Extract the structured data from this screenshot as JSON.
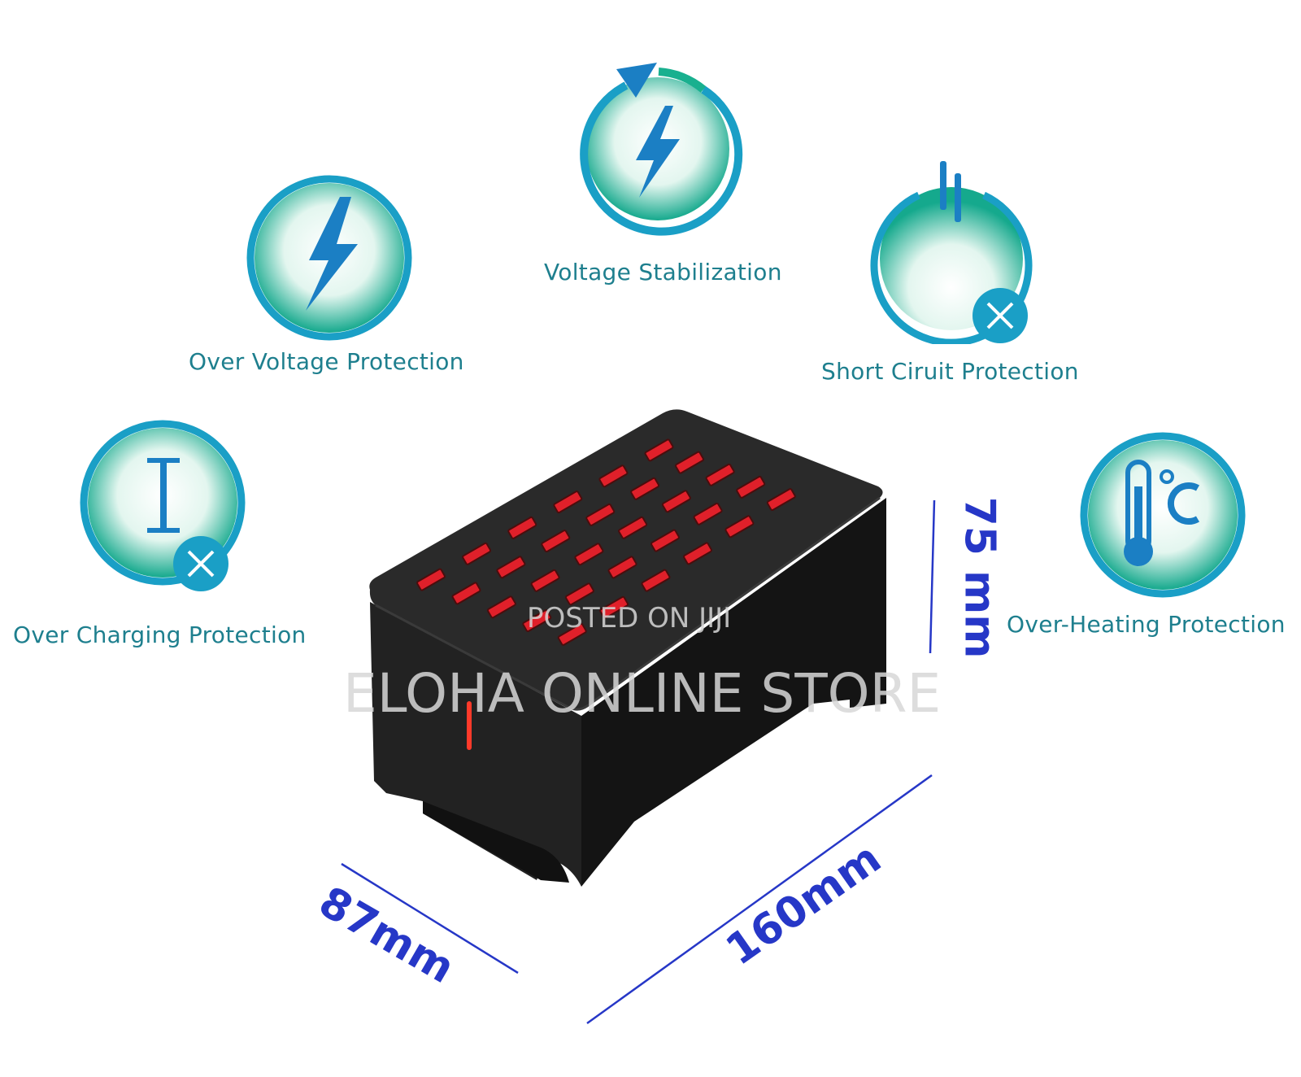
{
  "features": {
    "voltage_stabilization": "Voltage Stabilization",
    "over_voltage_protection": "Over Voltage Protection",
    "short_circuit_protection": "Short Ciruit Protection",
    "over_charging_protection": "Over Charging Protection",
    "over_heating_protection": "Over-Heating Protection"
  },
  "icons": {
    "voltage_stabilization": "lightning-refresh-icon",
    "over_voltage_protection": "lightning-icon",
    "short_circuit_protection": "power-off-icon",
    "over_charging_protection": "current-x-icon",
    "over_heating_protection": "thermometer-celsius-icon"
  },
  "dimensions": {
    "height": "75 mm",
    "depth": "87mm",
    "length": "160mm"
  },
  "watermark": {
    "line1": "POSTED ON JIJI",
    "line2": "ELOHA ONLINE STORE"
  },
  "product": {
    "usb_port_count": 30
  },
  "colors": {
    "label": "#1e7f8e",
    "dimension": "#2637c7",
    "icon_ring": "#1a9fc6",
    "icon_glyph": "#1b7fc4",
    "port": "#e0202a",
    "body": "#1c1c1c"
  }
}
